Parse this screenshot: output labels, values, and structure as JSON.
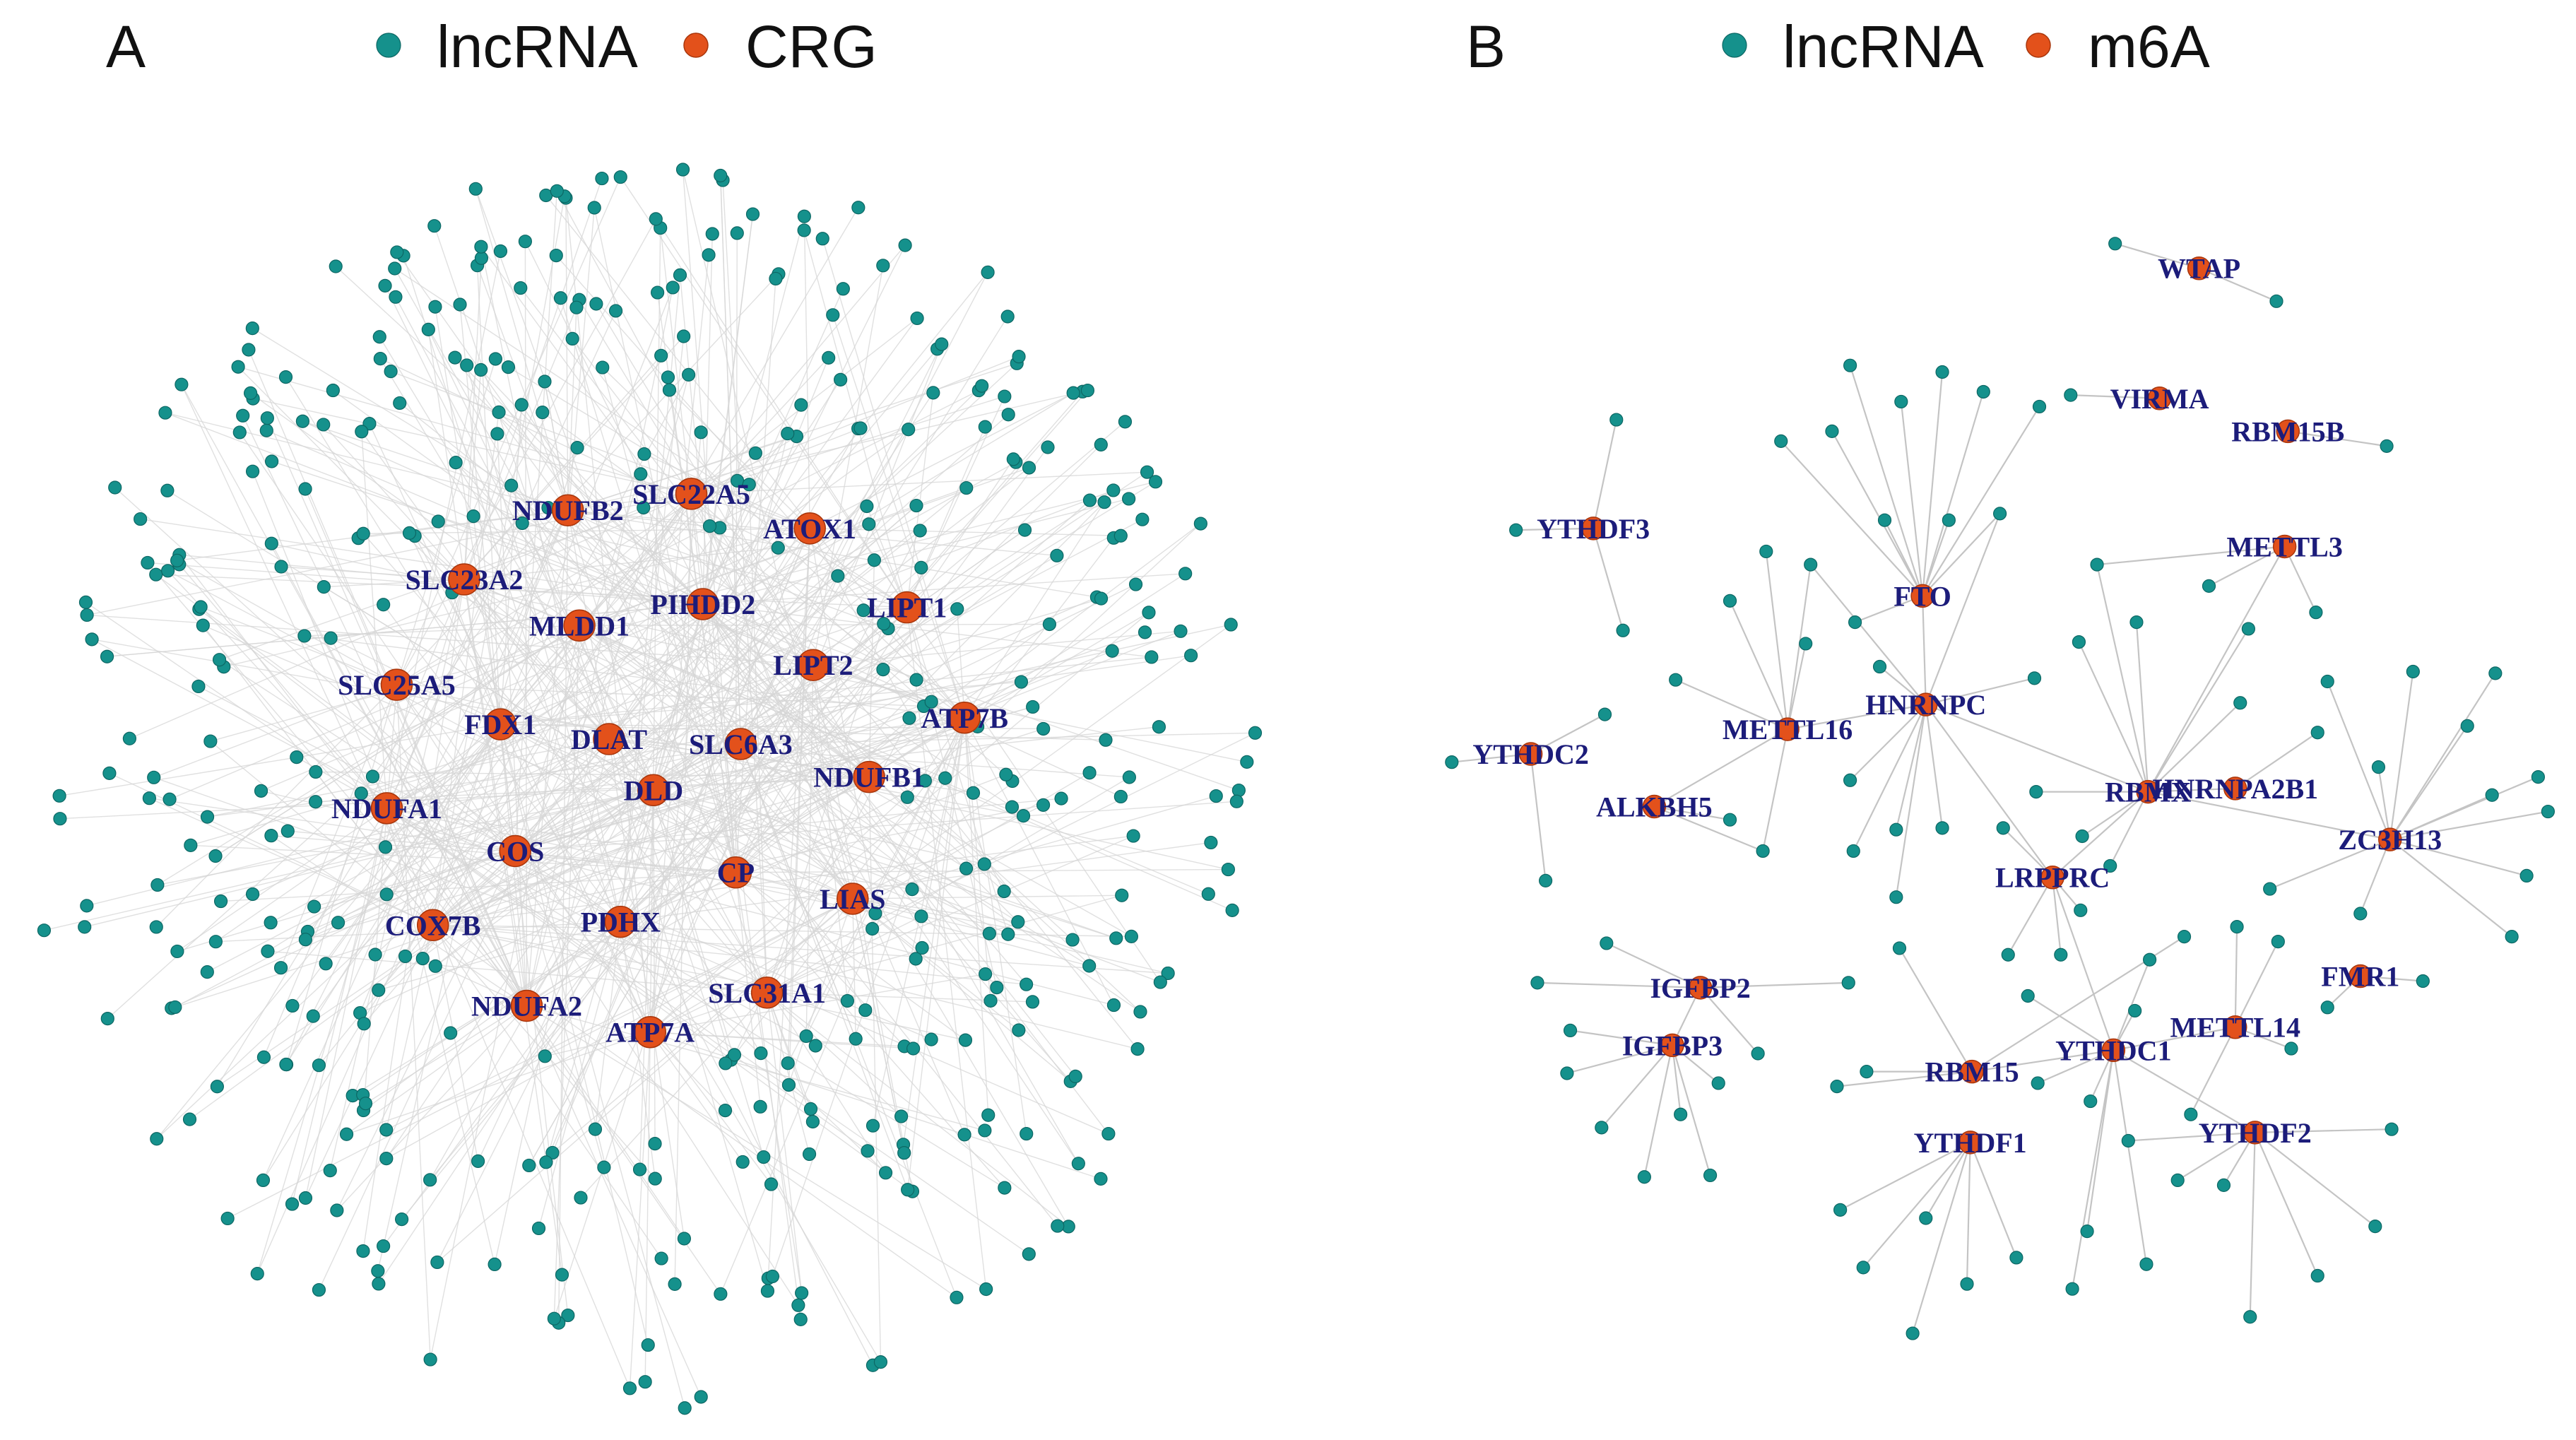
{
  "colors": {
    "lncRNA": "#15918c",
    "hub": "#e3511b",
    "label": "#1c1c7a",
    "edge": "#c4c4c4"
  },
  "panel_a": {
    "letter": "A",
    "legend": {
      "lncRNA": "lncRNA",
      "hub": "CRG"
    },
    "genes": [
      "NDUFB2",
      "SLC22A5",
      "ATOX1",
      "SLC23A2",
      "PIHDD2",
      "LIPT1",
      "MLDD1",
      "LIPT2",
      "SLC25A5",
      "FDX1",
      "DLAT",
      "SLC6A3",
      "ATP7B",
      "NDUFB1",
      "DLD",
      "NDUFA1",
      "COS",
      "CP",
      "LIAS",
      "COX7B",
      "PDHX",
      "NDUFA2",
      "SLC31A1",
      "ATP7A"
    ]
  },
  "panel_b": {
    "letter": "B",
    "legend": {
      "lncRNA": "lncRNA",
      "hub": "m6A"
    },
    "genes": [
      "WTAP",
      "VIRMA",
      "RBM15B",
      "YTHDF3",
      "METTL3",
      "FTO",
      "HNRNPC",
      "METTL16",
      "YTHDC2",
      "RBMX",
      "HNRNPA2B1",
      "ALKBH5",
      "ZC3H13",
      "LRPPRC",
      "IGFBP2",
      "FMR1",
      "IGFBP3",
      "METTL14",
      "RBM15",
      "YTHDC1",
      "YTHDF1",
      "YTHDF2"
    ]
  }
}
